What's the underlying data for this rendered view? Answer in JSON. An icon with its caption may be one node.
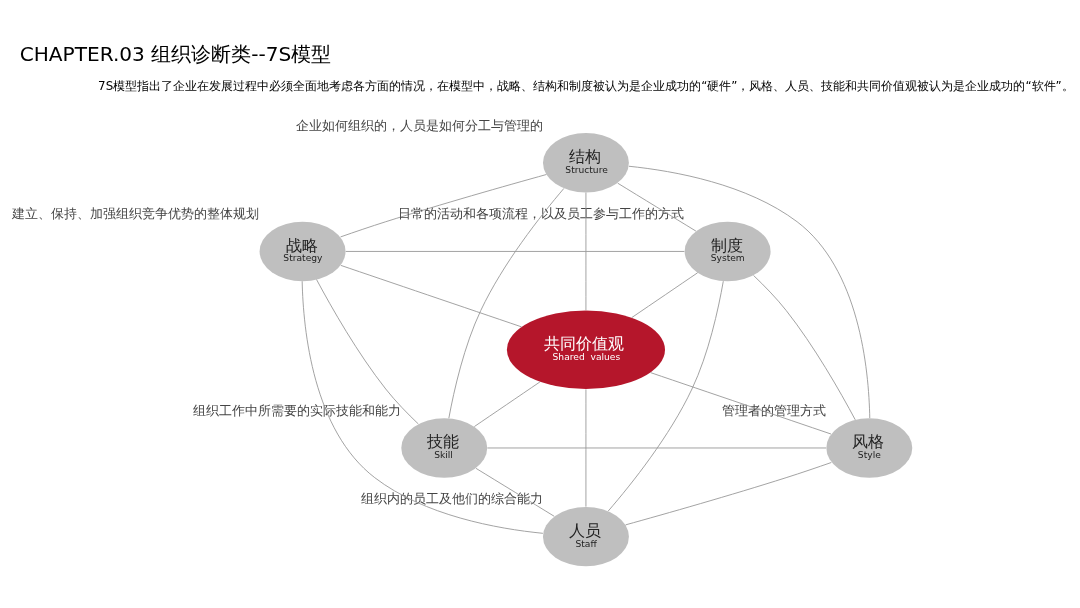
{
  "diagram": {
    "title": "CHAPTER.03 组织诊断类--7S模型",
    "nodes": [
      {
        "text": [
          "结构",
          "Structure"
        ],
        "beside": [
          "企业如何组织的，人员是如何分工与管理的"
        ]
      },
      {
        "text": [
          "战略",
          "Strategy"
        ],
        "beside": [
          "建立、保持、加强组织竞争优势的整体规划"
        ]
      },
      {
        "text": [
          "制度",
          "System"
        ],
        "beside": [
          "日常的活动和各项流程，以及员工参与工作的方式"
        ]
      },
      {
        "text": [
          "共同价值观",
          "Shared  values"
        ]
      },
      {
        "text": [
          "技能",
          "Skill"
        ],
        "beside": [
          "组织工作中所需要的实际技能和能力"
        ]
      },
      {
        "text": [
          "风格",
          "Style"
        ],
        "beside": [
          "管理者的管理方式"
        ]
      },
      {
        "text": [
          "人员",
          "Staff"
        ],
        "beside": [
          "组织内的员工及他们的综合能力"
        ]
      }
    ],
    "edges": [
      {
        "from": 0,
        "to": 1,
        "arrow": "none"
      },
      {
        "from": 0,
        "to": 2,
        "arrow": "none"
      },
      {
        "from": 0,
        "to": 3,
        "arrow": "none"
      },
      {
        "from": 0,
        "to": 4,
        "arrow": "none"
      },
      {
        "from": 0,
        "to": 5,
        "arrow": "none"
      },
      {
        "from": 1,
        "to": 2,
        "arrow": "none"
      },
      {
        "from": 1,
        "to": 3,
        "arrow": "none"
      },
      {
        "from": 1,
        "to": 4,
        "arrow": "none"
      },
      {
        "from": 1,
        "to": 6,
        "arrow": "none"
      },
      {
        "from": 2,
        "to": 3,
        "arrow": "none"
      },
      {
        "from": 2,
        "to": 5,
        "arrow": "none"
      },
      {
        "from": 2,
        "to": 6,
        "arrow": "none"
      },
      {
        "from": 3,
        "to": 4,
        "arrow": "none"
      },
      {
        "from": 3,
        "to": 5,
        "arrow": "none"
      },
      {
        "from": 3,
        "to": 6,
        "arrow": "none"
      },
      {
        "from": 4,
        "to": 5,
        "arrow": "none"
      },
      {
        "from": 4,
        "to": 6,
        "arrow": "none"
      },
      {
        "from": 5,
        "to": 6,
        "arrow": "none"
      }
    ],
    "labels": [
      "7S模型指出了企业在发展过程中必须全面地考虑各方面的情况，在模型中，战略、结构和制度被认为是企业成功的“硬件”，风格、人员、技能和共同价值观被认为是企业成功的“软件”。"
    ]
  }
}
